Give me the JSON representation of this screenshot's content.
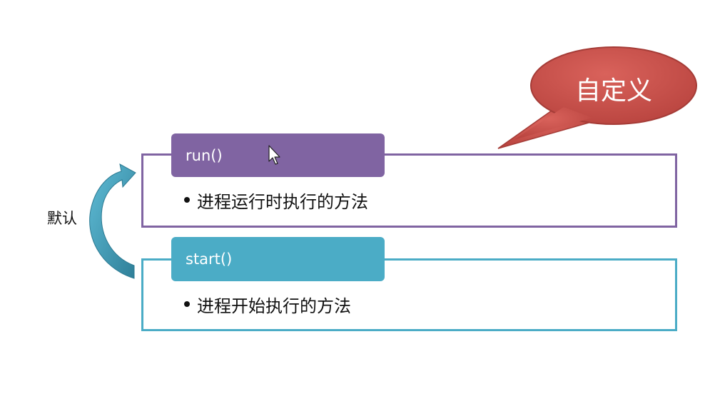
{
  "colors": {
    "run_accent": "#8064a2",
    "start_accent": "#4bacc6",
    "callout_fill": "#c0504d",
    "arrow_fill": "#4bacc6"
  },
  "callout": {
    "text": "自定义"
  },
  "side_label": "默认",
  "panels": [
    {
      "header": "run()",
      "bullet": "进程运行时执行的方法"
    },
    {
      "header": "start()",
      "bullet": "进程开始执行的方法"
    }
  ],
  "icons": {
    "cursor": "mouse-pointer-icon",
    "curved_arrow": "curved-arrow-icon"
  }
}
